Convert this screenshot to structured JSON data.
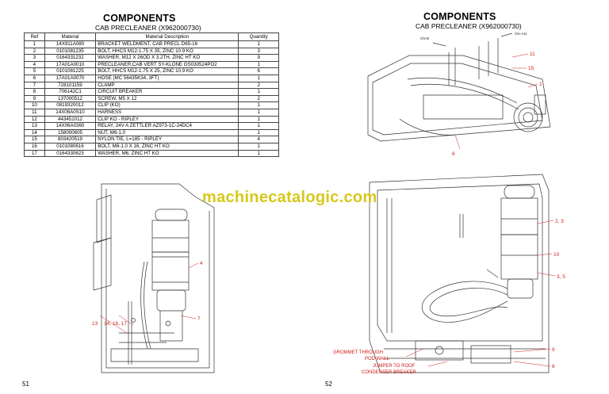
{
  "left_page": {
    "heading": "COMPONENTS",
    "subheading": "CAB PRECLEANER (X962000730)",
    "page_number": "51",
    "table": {
      "headers": [
        "Ref",
        "Material",
        "Material Description",
        "Quantity"
      ],
      "rows": [
        [
          "1",
          "14X911A080",
          "BRACKET WELDMENT, CAB PRECL D65-16",
          "1"
        ],
        [
          "2",
          "0101081235",
          "BOLT, HHCS M12-1.75 X 35, ZINC 10.9 KO",
          "3"
        ],
        [
          "3",
          "0164331232",
          "WASHER, M12 X 26OD X 3.2TH, ZINC HT KO",
          "9"
        ],
        [
          "4",
          "17A01A0010",
          "PRECLEANER,CAB VERT SY-KLONE GS030524PO2",
          "1"
        ],
        [
          "5",
          "0101081225",
          "BOLT, HHCS M12-1.75 X 25, ZINC 10.9 KO",
          "6"
        ],
        [
          "6",
          "17A01A0070",
          "HOSE (MC 56435K34, 3FT)",
          "1"
        ],
        [
          "7",
          "728101159",
          "CLAMP",
          "2"
        ],
        [
          "8",
          "706142C1",
          "CIRCUIT BREAKER",
          "1"
        ],
        [
          "9",
          "137000512",
          "SCREW, M5 X 12",
          "2"
        ],
        [
          "10",
          "0819320012",
          "CLIP (KO)",
          "1"
        ],
        [
          "11",
          "14X06A0S10",
          "HARNESS",
          "1"
        ],
        [
          "12",
          "443451012",
          "CLIP KO - RIPLEY",
          "1"
        ],
        [
          "13",
          "14X06A0360",
          "RELAY, 24V A ZETTLER AZ973-1C-24DC4",
          "1"
        ],
        [
          "14",
          "158000605",
          "NUT, M6-1.0",
          "1"
        ],
        [
          "15",
          "803420519",
          "NYLON TIE, L=185 - RIPLEY",
          "4"
        ],
        [
          "16",
          "0101080616",
          "BOLT, M6-1.0 X 16, ZINC HT KO",
          "1"
        ],
        [
          "17",
          "0164330623",
          "WASHER, M6, ZINC HT KO",
          "1"
        ]
      ]
    },
    "callouts": {
      "c4": "4",
      "c7": "7",
      "c13": "13",
      "c14_17": "14, 16, 17"
    }
  },
  "right_page": {
    "heading": "COMPONENTS",
    "subheading": "CAB PRECLEANER (X962000730)",
    "page_number": "52",
    "callouts": {
      "c11": "11",
      "c15": "15",
      "c1": "1",
      "c6": "6",
      "c2_3": "2, 3",
      "c10": "10",
      "c3_5": "3, 5",
      "c9": "9",
      "c8": "8"
    },
    "notes": {
      "grommet_line1": "GROMMET THROUGH",
      "grommet_line2": "POD WALL",
      "jumper_line1": "JUMPER TO ROOF",
      "jumper_line2": "CONDENSER BREAKER"
    },
    "detail_tags": {
      "tag_a": "CN-B",
      "tag_b": "CN-A11"
    }
  },
  "watermark": "machinecatalogic.com",
  "colors": {
    "callout": "#d0211c",
    "watermark": "#d6c81a",
    "line_art": "#333333"
  }
}
